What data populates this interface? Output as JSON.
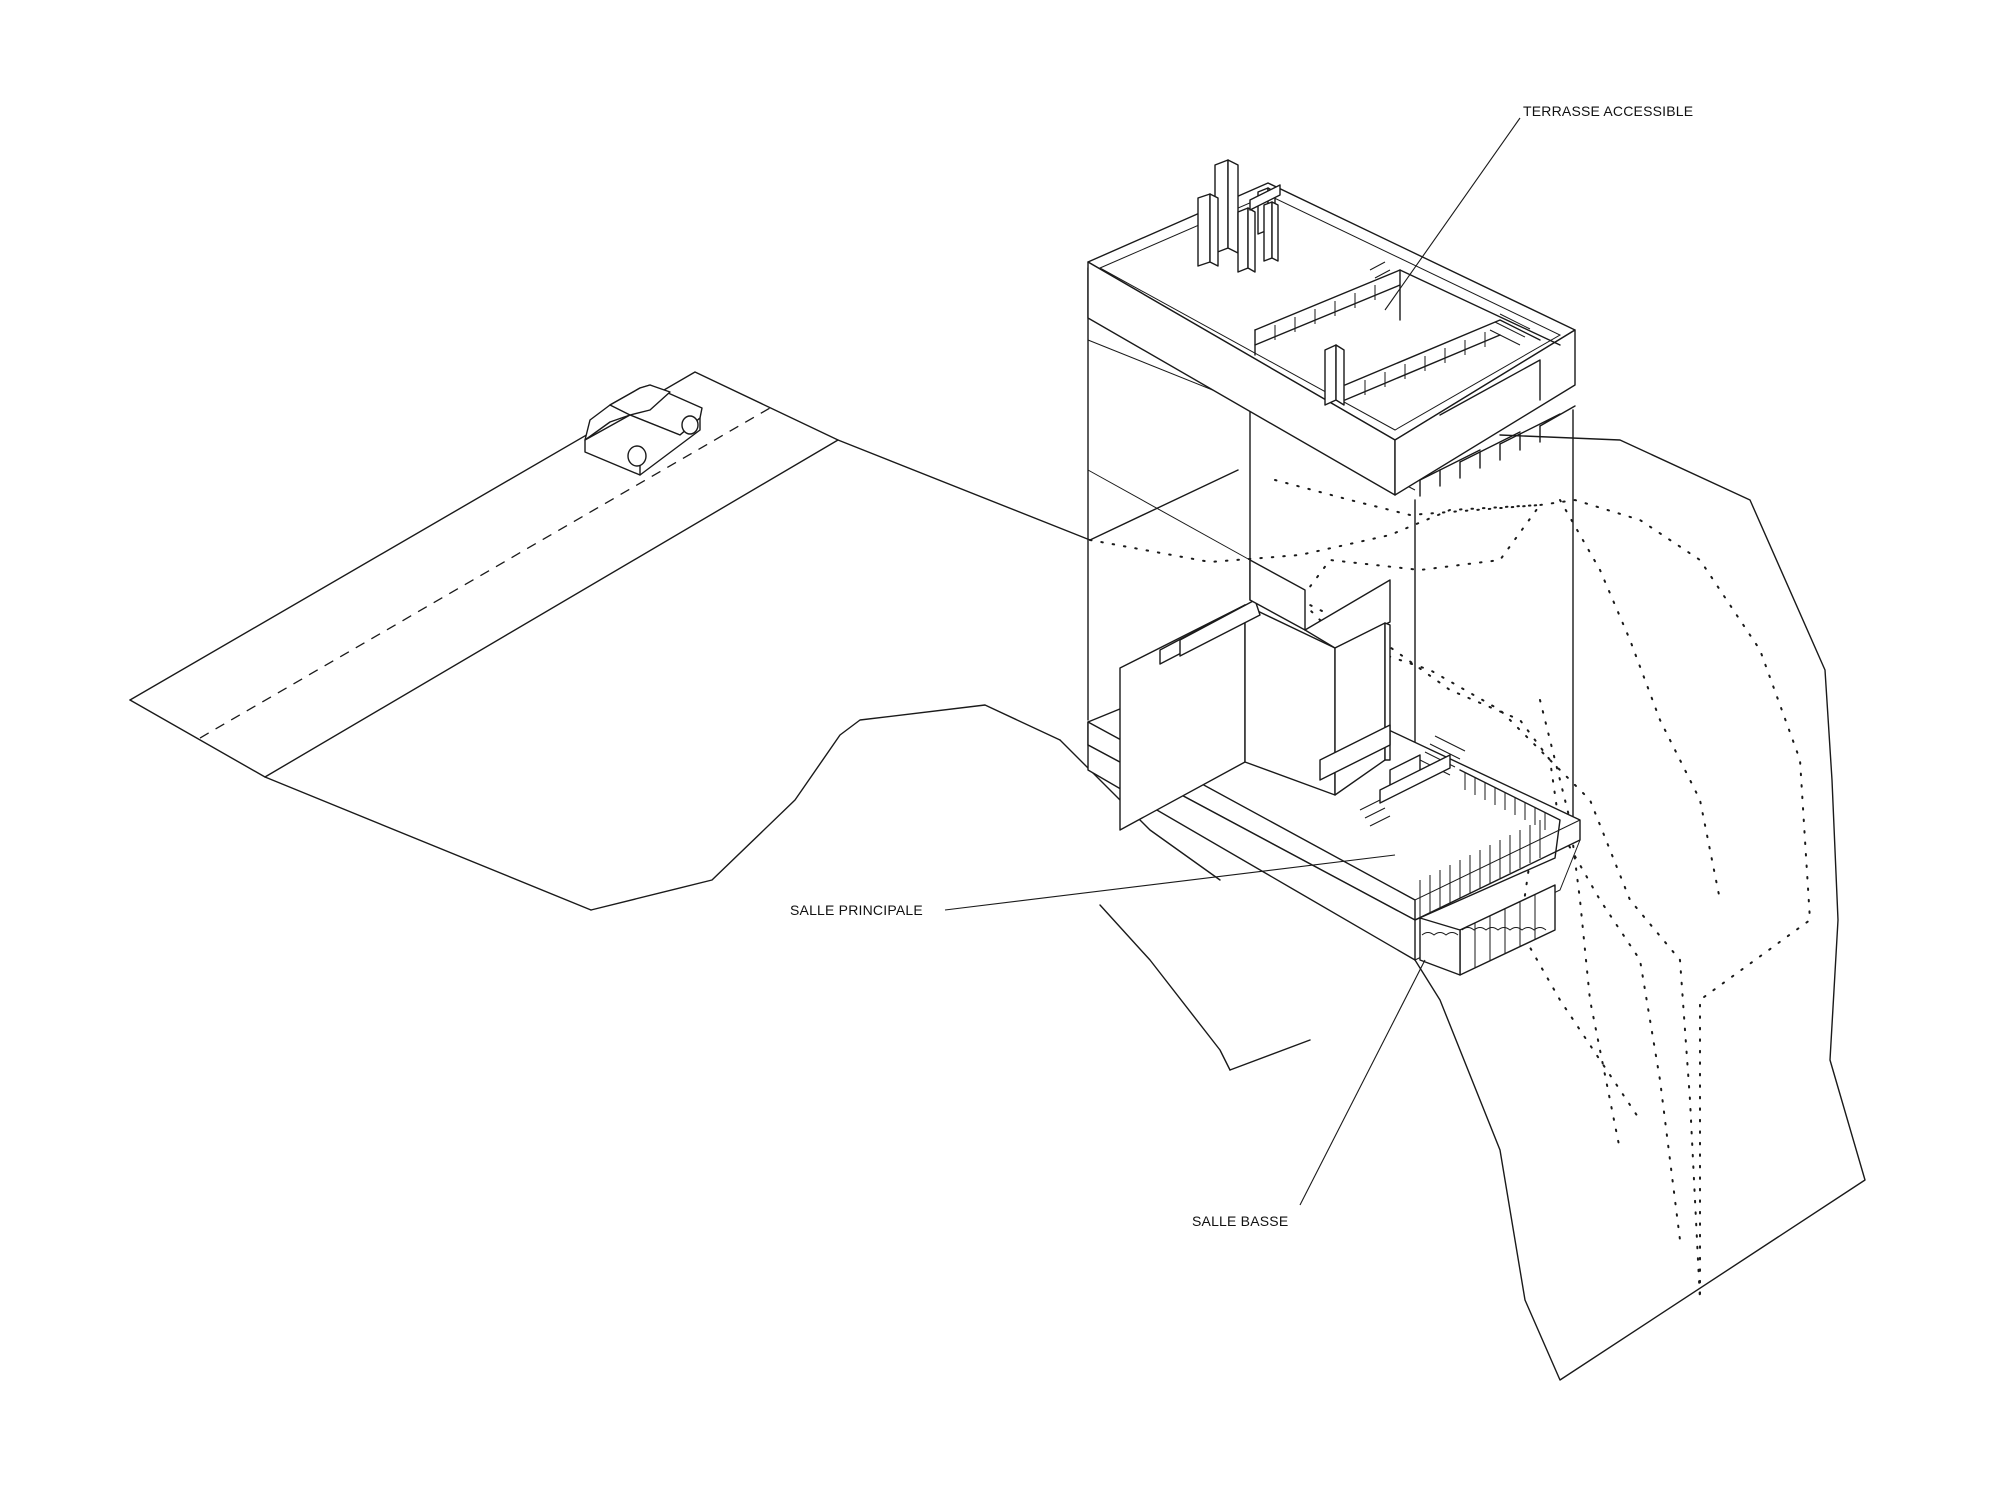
{
  "labels": {
    "terrasse": "TERRASSE ACCESSIBLE",
    "principale": "SALLE PRINCIPALE",
    "basse": "SALLE BASSE"
  },
  "colors": {
    "line": "#1a1a1a",
    "background": "#ffffff"
  }
}
